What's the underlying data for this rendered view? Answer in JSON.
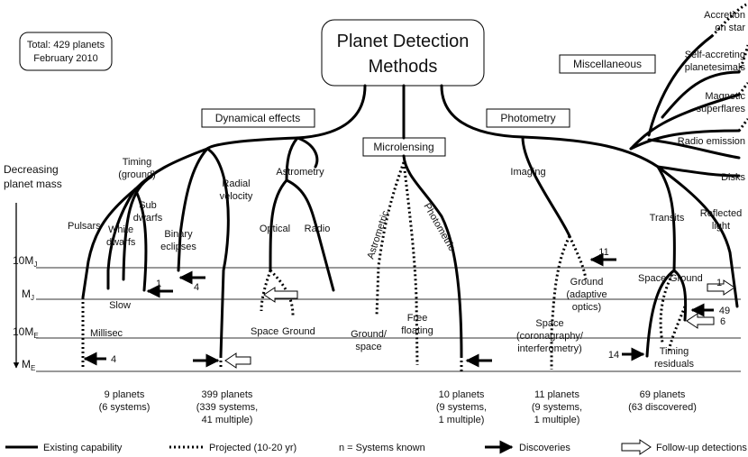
{
  "title": [
    "Planet Detection",
    "Methods"
  ],
  "total": [
    "Total: 429 planets",
    "February 2010"
  ],
  "sections": {
    "dynamical": "Dynamical effects",
    "microlensing": "Microlensing",
    "photometry": "Photometry",
    "misc": "Miscellaneous"
  },
  "axis": {
    "title": [
      "Decreasing",
      "planet mass"
    ],
    "levels": [
      {
        "main": "10M",
        "sub": "J"
      },
      {
        "main": "M",
        "sub": "J"
      },
      {
        "main": "10M",
        "sub": "E"
      },
      {
        "main": "M",
        "sub": "E"
      }
    ]
  },
  "labels": {
    "timing": [
      "Timing",
      "(ground)"
    ],
    "pulsars": "Pulsars",
    "white_dwarfs": [
      "White",
      "dwarfs"
    ],
    "sub_dwarfs": [
      "Sub",
      "dwarfs"
    ],
    "binary_eclipses": [
      "Binary",
      "eclipses"
    ],
    "radial_velocity": [
      "Radial",
      "velocity"
    ],
    "astrometry": "Astrometry",
    "optical": "Optical",
    "radio": "Radio",
    "slow": "Slow",
    "millisec": "Millisec",
    "space_astrometry": "Space",
    "ground_astrometry": "Ground",
    "astrometric": "Astrometric",
    "photometric": "Photometric",
    "ground_space": [
      "Ground/",
      "space"
    ],
    "free_floating": [
      "Free",
      "floating"
    ],
    "imaging": "Imaging",
    "ground_ao": [
      "Ground",
      "(adaptive",
      "optics)"
    ],
    "space_coronagraphy": [
      "Space",
      "(coronagraphy/",
      "interferometry)"
    ],
    "transits": "Transits",
    "reflected_light": [
      "Reflected",
      "light"
    ],
    "space_transit": "Space",
    "ground_transit": "Ground",
    "timing_residuals": [
      "Timing",
      "residuals"
    ],
    "accretion": [
      "Accretion",
      "on star"
    ],
    "self_accreting": [
      "Self-accreting",
      "planetesimals"
    ],
    "magnetic": [
      "Magnetic",
      "superflares"
    ],
    "radio_emission": "Radio emission",
    "disks": "Disks"
  },
  "counts": {
    "n1": "1",
    "n4a": "4",
    "n4b": "4",
    "n11": "11",
    "n1b": "1",
    "n49": "49",
    "n6": "6",
    "n14": "14"
  },
  "totals": [
    [
      "9 planets",
      "(6 systems)"
    ],
    [
      "399 planets",
      "(339 systems,",
      "41 multiple)"
    ],
    [
      "10 planets",
      "(9 systems,",
      "1 multiple)"
    ],
    [
      "11 planets",
      "(9 systems,",
      "1 multiple)"
    ],
    [
      "69 planets",
      "(63 discovered)"
    ]
  ],
  "legend": {
    "existing": "Existing capability",
    "projected": "Projected (10-20 yr)",
    "systems": "n = Systems known",
    "discoveries": "Discoveries",
    "followup": "Follow-up detections"
  }
}
